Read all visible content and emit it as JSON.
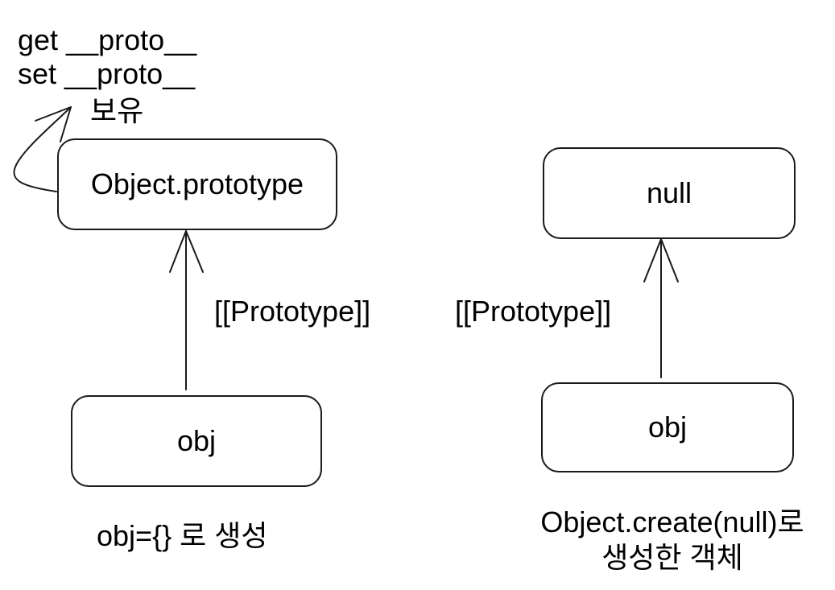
{
  "left": {
    "accessors": [
      "get __proto__",
      "set __proto__"
    ],
    "holds_label": "보유",
    "top_box": "Object.prototype",
    "link_label": "[[Prototype]]",
    "bottom_box": "obj",
    "caption": "obj={} 로 생성"
  },
  "right": {
    "top_box": "null",
    "link_label": "[[Prototype]]",
    "bottom_box": "obj",
    "caption_lines": [
      "Object.create(null)로",
      "생성한 객체"
    ]
  },
  "colors": {
    "ink": "#1a1a1a",
    "background": "#ffffff"
  },
  "icons": [
    "up-arrow-icon",
    "curved-arrow-icon"
  ]
}
